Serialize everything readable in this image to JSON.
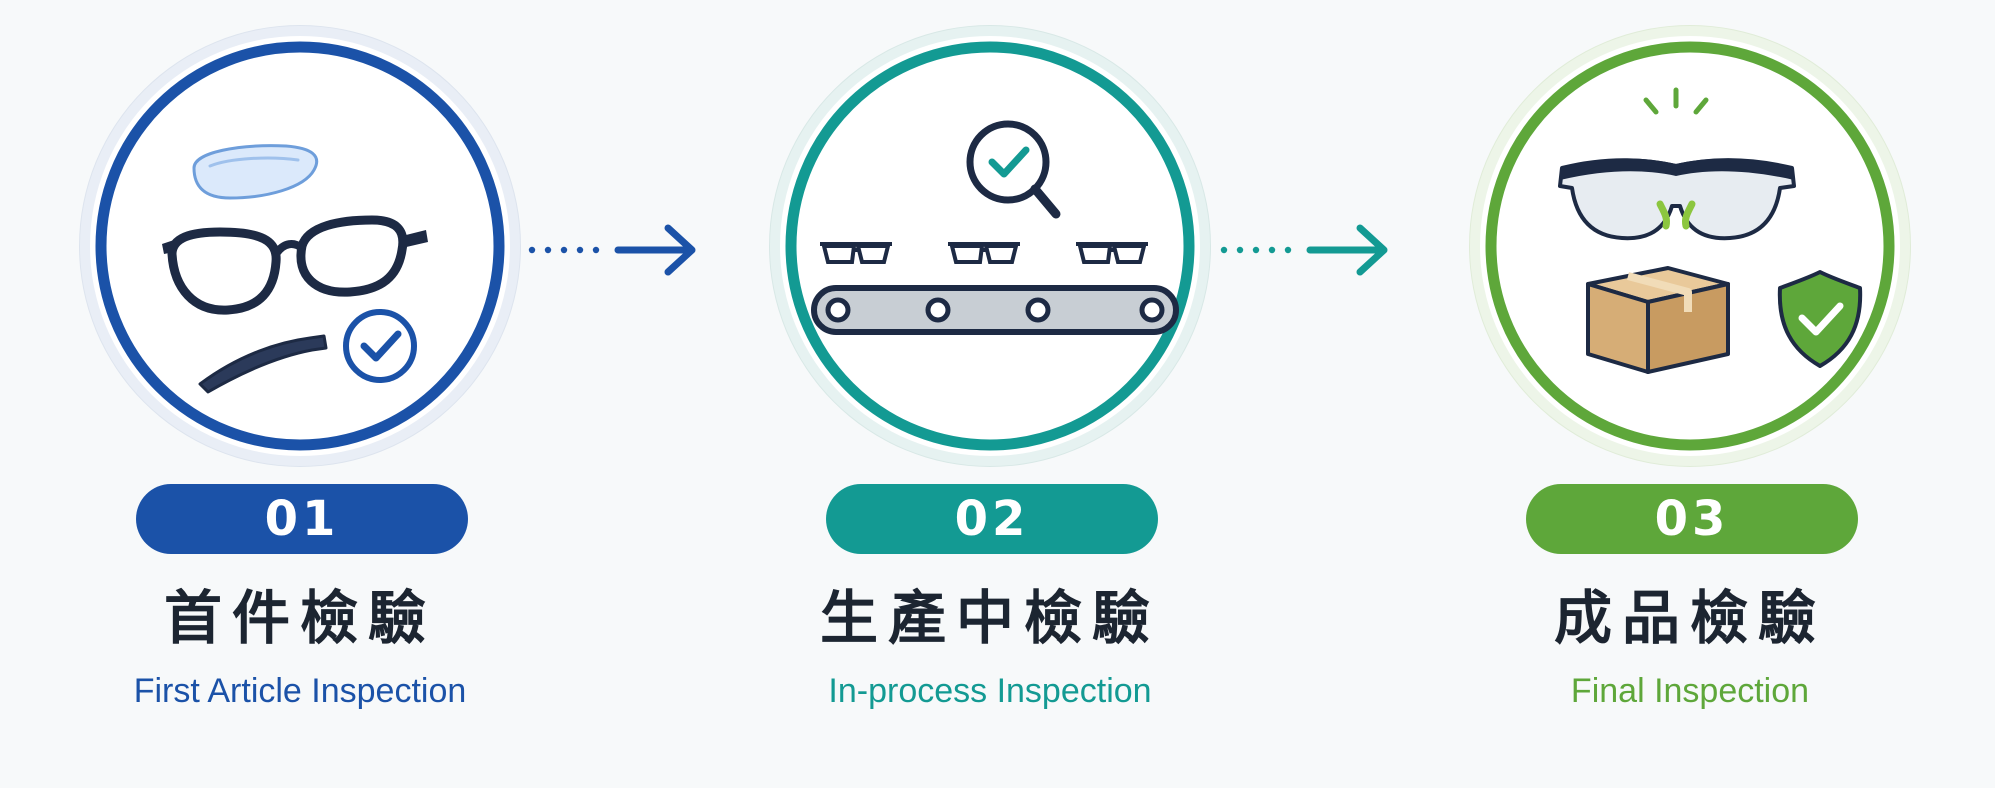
{
  "colors": {
    "step1": "#1b52a8",
    "step2": "#139a93",
    "step3": "#5ea73a",
    "frame": "#1d2a44",
    "background": "#f7f9fa"
  },
  "steps": [
    {
      "number": "01",
      "title_zh": "首件檢驗",
      "title_en": "First Article Inspection",
      "icon": "glasses-parts-check-icon"
    },
    {
      "number": "02",
      "title_zh": "生產中檢驗",
      "title_en": "In-process Inspection",
      "icon": "conveyor-magnifier-icon"
    },
    {
      "number": "03",
      "title_zh": "成品檢驗",
      "title_en": "Final Inspection",
      "icon": "glasses-box-shield-icon"
    }
  ],
  "connectors": [
    {
      "from": "01",
      "to": "02",
      "icon": "dotted-arrow-right-icon"
    },
    {
      "from": "02",
      "to": "03",
      "icon": "dotted-arrow-right-icon"
    }
  ]
}
